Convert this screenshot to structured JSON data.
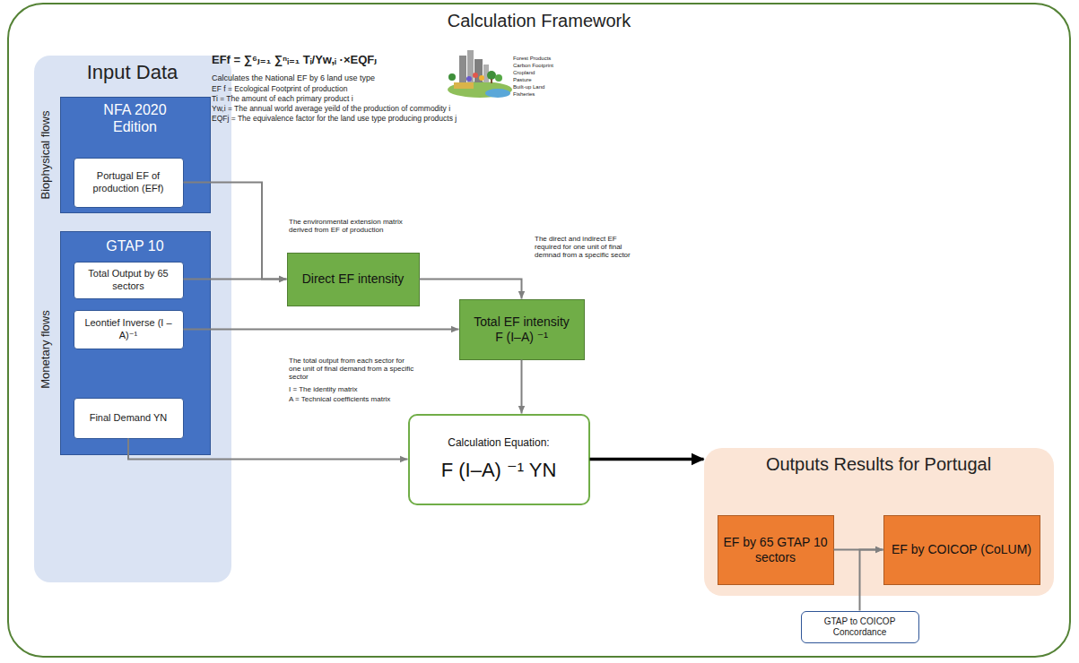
{
  "diagram": {
    "nodes": [
      {
        "text": [
          "Calculation Framework"
        ]
      },
      {
        "text": [
          "Input Data"
        ],
        "in": 0
      },
      {
        "text": [
          "NFA 2020 Edition"
        ],
        "in": 1
      },
      {
        "text": [
          "Portugal EF of production (EFf)"
        ],
        "in": 2
      },
      {
        "text": [
          "GTAP 10"
        ],
        "in": 1
      },
      {
        "text": [
          "Total Output by 65 sectors"
        ],
        "in": 4
      },
      {
        "text": [
          "Leontief Inverse (I – A)⁻¹"
        ],
        "in": 4
      },
      {
        "text": [
          "Final Demand YN"
        ],
        "in": 4
      },
      {
        "text": [
          "Direct EF intensity"
        ],
        "in": 0
      },
      {
        "text": [
          "Total EF intensity",
          "F (I–A) ⁻¹"
        ],
        "in": 0
      },
      {
        "text": [
          "Calculation Equation:",
          "F (I–A) ⁻¹ YN"
        ],
        "in": 0
      },
      {
        "text": [
          "Outputs Results for Portugal"
        ],
        "in": 0
      },
      {
        "text": [
          "EF by 65 GTAP 10 sectors"
        ],
        "in": 11
      },
      {
        "text": [
          "EF by COICOP (CoLUM)"
        ],
        "in": 11
      },
      {
        "text": [
          "GTAP to COICOP Concordance"
        ],
        "in": 0
      }
    ],
    "edges": [
      {
        "from": 3,
        "to": 8,
        "arrow": "to"
      },
      {
        "from": 5,
        "to": 8,
        "arrow": "to"
      },
      {
        "from": 8,
        "to": 9,
        "arrow": "to"
      },
      {
        "from": 6,
        "to": 9,
        "arrow": "to"
      },
      {
        "from": 9,
        "to": 10,
        "arrow": "to"
      },
      {
        "from": 7,
        "to": 10,
        "arrow": "to"
      },
      {
        "from": 10,
        "to": 11,
        "arrow": "to"
      },
      {
        "from": 12,
        "to": 13,
        "arrow": "to"
      },
      {
        "from": 14,
        "to": 13,
        "arrow": "to"
      }
    ],
    "labels": [
      "EFf = ∑⁶ⱼ₌₁ ∑ⁿᵢ₌₁ Tᵢ/Yw,ᵢ ·×EQFⱼ",
      "Calculates the National EF by 6 land use type",
      "EF f = Ecological Footprint of production",
      "Ti = The amount of each primary product i",
      "Yw,i = The annual world average yeild of the production of commodity i",
      "EQFj = The equivalence factor for the land use type producing products j",
      "Forest Products",
      "Carbon Footprint",
      "Cropland",
      "Pasture",
      "Built-up Land",
      "Fisheries",
      "Biophysical flows",
      "Monetary flows",
      "The environmental extension matrix derived from EF of production",
      "The direct and indirect EF required for one unit of final demnad from a specific sector",
      "The total output from each sector for one unit of final demand from a specific sector",
      "I = The identity matrix",
      "A = Technical coefficients matrix"
    ]
  }
}
